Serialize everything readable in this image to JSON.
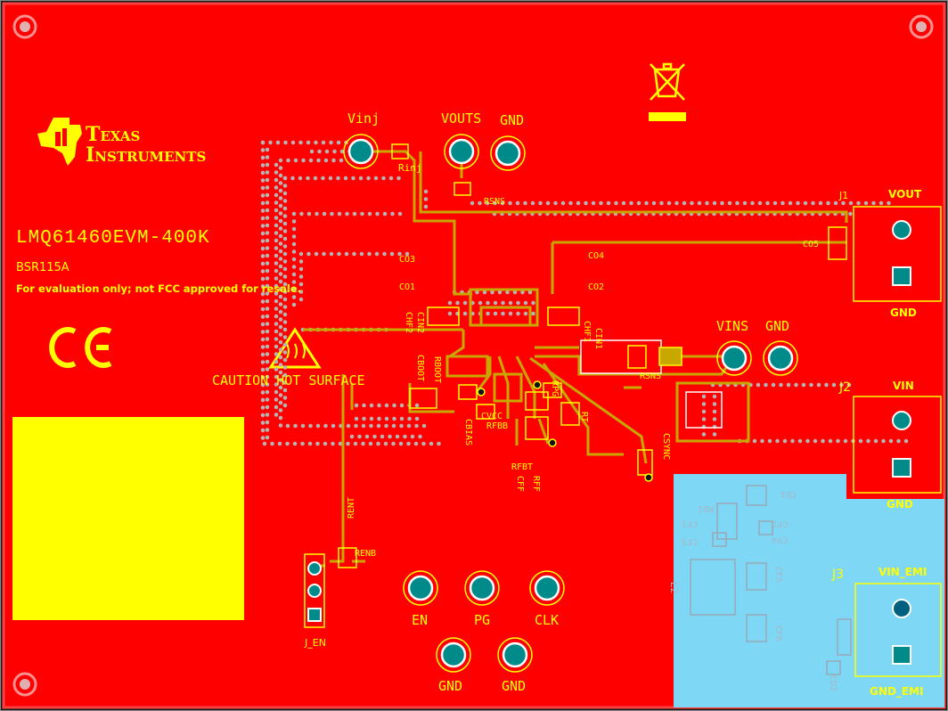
{
  "colors": {
    "board_red": "#ff0000",
    "silkscreen": "#ffff00",
    "trace": "#c8a800",
    "pad": "#008a8a",
    "emi_region": "#7dd7f5",
    "via": "#b0b0b0"
  },
  "board": {
    "logo_line1": "Texas",
    "logo_line2": "Instruments",
    "part_number": "LMQ61460EVM-400K",
    "board_id": "BSR115A",
    "disclaimer": "For evaluation only; not FCC approved for resale.",
    "ce_mark": "CE",
    "caution": "CAUTION HOT SURFACE"
  },
  "test_points": {
    "vinj": "Vinj",
    "vouts": "VOUTS",
    "gnd_top": "GND",
    "vins": "VINS",
    "gnd_mid": "GND",
    "en": "EN",
    "pg": "PG",
    "clk": "CLK",
    "gnd_bottom_1": "GND",
    "gnd_bottom_2": "GND"
  },
  "connectors": {
    "j1": "J1",
    "j1_vout": "VOUT",
    "j1_gnd": "GND",
    "j2": "J2",
    "j2_vin": "VIN",
    "j2_gnd": "GND",
    "j3": "J3",
    "j3_vin_emi": "VIN_EMI",
    "j3_gnd_emi": "GND_EMI",
    "j_en": "J_EN"
  },
  "refdes": {
    "rinj": "Rinj",
    "rsns_top": "RSNS",
    "co5": "CO5",
    "co3": "CO3",
    "co4": "CO4",
    "co1": "CO1",
    "co2": "CO2",
    "cin1": "CIN1",
    "cin2": "CIN2",
    "chf1": "CHF1",
    "chf2": "CHF2",
    "cboot": "CBOOT",
    "rboot": "RBOOT",
    "rsns_mid": "RSNS",
    "cvcc": "CVCC",
    "cbias": "CBIAS",
    "rfbb": "RFBB",
    "rpg": "RPG",
    "rt": "RT",
    "csync": "CSYNC",
    "rfbt": "RFBT",
    "cff": "CFF",
    "rff": "RFF",
    "rent": "RENT",
    "renb": "RENB"
  },
  "emi_refdes": {
    "cd1": "CD1",
    "rd1": "RD1",
    "cf1": "CF1",
    "cf2": "CF2",
    "cf3": "CF3",
    "cf4": "CF4",
    "l2": "L2",
    "cf5": "CF5",
    "cf6": "CF6",
    "cd2": "CD2"
  }
}
